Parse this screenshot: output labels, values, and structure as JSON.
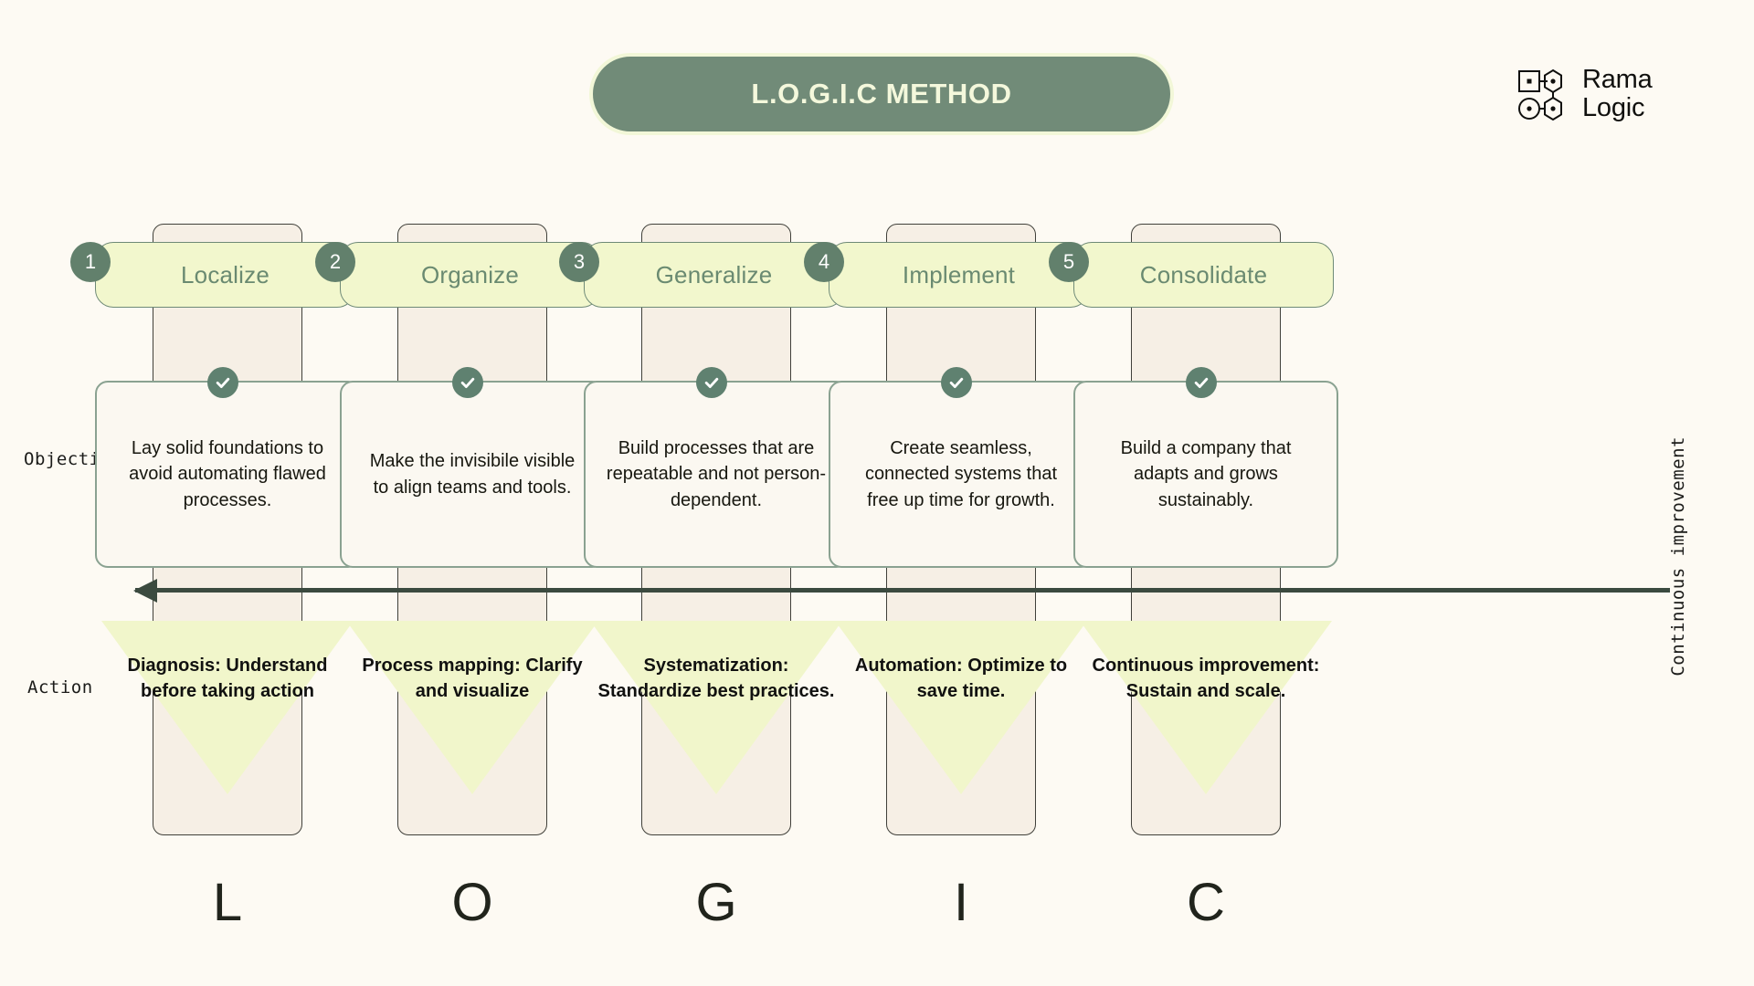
{
  "header": {
    "title": "L.O.G.I.C METHOD",
    "logo": {
      "line1": "Rama",
      "line2": "Logic",
      "mark_name": "rama-logic-mark"
    }
  },
  "row_labels": {
    "objective": "Objective",
    "action": "Action",
    "continuous": "Continuous improvement"
  },
  "steps": [
    {
      "number": "1",
      "name": "Localize",
      "objective": "Lay solid foundations to avoid automating flawed processes.",
      "action": "Diagnosis: Understand before taking action",
      "letter": "L"
    },
    {
      "number": "2",
      "name": "Organize",
      "objective": "Make the invisibile visible to align teams and tools.",
      "action": "Process mapping: Clarify and visualize",
      "letter": "O"
    },
    {
      "number": "3",
      "name": "Generalize",
      "objective": "Build processes that are repeatable and not person-dependent.",
      "action": "Systematization: Standardize best practices.",
      "letter": "G"
    },
    {
      "number": "4",
      "name": "Implement",
      "objective": "Create seamless, connected systems that free up time for growth.",
      "action": "Automation: Optimize to save time.",
      "letter": "I"
    },
    {
      "number": "5",
      "name": "Consolidate",
      "objective": "Build a company that adapts and grows sustainably.",
      "action": "Continuous improvement: Sustain and scale.",
      "letter": "C"
    }
  ],
  "colors": {
    "background": "#fdfaf3",
    "banner_green": "#718b78",
    "banner_text": "#f4f8dc",
    "pill_yellow": "#f2f7cd",
    "pill_text_green": "#6a8a71",
    "badge_green": "#62806c",
    "column_beige": "#f6efe5",
    "card_border_green": "#8aa291",
    "triangle_yellow": "#f1f6cb",
    "arrow_dark": "#3b4a3f"
  },
  "layout": {
    "column_left_positions": [
      104,
      372,
      639,
      907,
      1175
    ]
  }
}
